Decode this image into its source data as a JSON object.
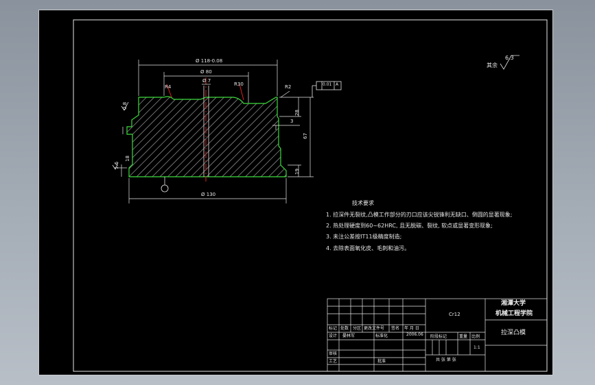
{
  "dimensions": {
    "top_width": "Ø 118-0.08",
    "mid_width": "Ø 80",
    "bore": "Ø 7",
    "bottom_width": "Ø 130",
    "r_left": "R4",
    "r_right": "R30",
    "chamfer_right": "R2",
    "tol_box": "0.01",
    "datum": "A",
    "h_upper": "28",
    "h_total": "67",
    "h_lower": "19",
    "step_right": "3",
    "roughness_left": "0.8",
    "ground_left": "18",
    "roughness_bottom": "1.6"
  },
  "surface_finish": {
    "label": "其余",
    "value": "6.3"
  },
  "requirements": {
    "heading": "技术要求",
    "lines": [
      "1. 拉深件无裂纹,凸模工作部分的刃口应该尖锐锋利无缺口、倒圆的显著现象;",
      "2. 热处理硬度到60~62HRC, 且无脱碳、裂纹, 软点或显著变形现象;",
      "3. 未注公差按IT11级精度制造;",
      "4. 去除表面氧化皮、毛刺和油污。"
    ]
  },
  "title_block": {
    "material": "Cr12",
    "university": "湘潭大学",
    "college": "机械工程学院",
    "part_name": "拉深凸模",
    "col_headers": [
      "标记",
      "处数",
      "分区",
      "更改文件号",
      "签名",
      "年 月 日"
    ],
    "design": "设计",
    "designer": "晏林军",
    "standardization": "标准化",
    "date": "2006.06",
    "stage_label": "阶段标记",
    "weight_label": "重量",
    "scale_label": "比例",
    "scale": "1:1",
    "review": "审核",
    "process": "工艺",
    "approve": "批准",
    "sheets": "共  张  第  张"
  },
  "colors": {
    "outline": "#3ddc3d",
    "hatch": "#a9a9a9",
    "dimension": "#e8e8e8",
    "centerline": "#e02020",
    "frame": "#e8e8e8"
  }
}
